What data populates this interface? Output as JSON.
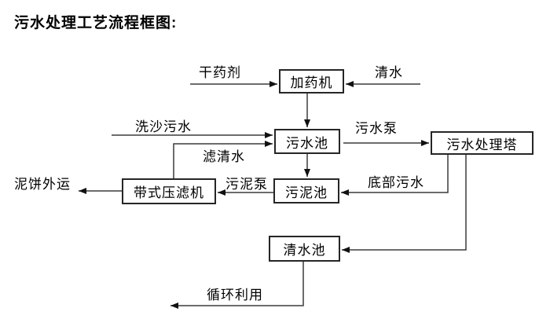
{
  "title": "污水处理工艺流程框图:",
  "diagram": {
    "type": "flowchart",
    "nodes": {
      "dosing_machine": "加药机",
      "sewage_pool": "污水池",
      "treatment_tower": "污水处理塔",
      "sludge_pool": "污泥池",
      "belt_filter_press": "带式压滤机",
      "clean_water_pool": "清水池"
    },
    "edge_labels": {
      "dry_agent": "干药剂",
      "clean_water": "清水",
      "sand_washing_sewage": "洗沙污水",
      "sewage_pump": "污水泵",
      "filtered_water": "滤清水",
      "sludge_pump": "污泥泵",
      "bottom_sewage": "底部污水",
      "mud_cake_out": "泥饼外运",
      "recycle_use": "循环利用"
    },
    "edges": [
      {
        "from": "外部",
        "to": "加药机",
        "label": "干药剂"
      },
      {
        "from": "外部",
        "to": "加药机",
        "label": "清水"
      },
      {
        "from": "加药机",
        "to": "污水池",
        "label": ""
      },
      {
        "from": "外部",
        "to": "污水池",
        "label": "洗沙污水"
      },
      {
        "from": "带式压滤机",
        "to": "污水池",
        "label": "滤清水"
      },
      {
        "from": "污水池",
        "to": "污水处理塔",
        "label": "污水泵"
      },
      {
        "from": "污水池",
        "to": "污泥池",
        "label": ""
      },
      {
        "from": "污水处理塔",
        "to": "污泥池",
        "label": "底部污水"
      },
      {
        "from": "污泥池",
        "to": "带式压滤机",
        "label": "污泥泵"
      },
      {
        "from": "带式压滤机",
        "to": "外部",
        "label": "泥饼外运"
      },
      {
        "from": "污水处理塔",
        "to": "清水池",
        "label": ""
      },
      {
        "from": "清水池",
        "to": "外部",
        "label": "循环利用"
      }
    ],
    "colors": {
      "background": "#ffffff",
      "line": "#3c3c3c",
      "box_border": "#262626",
      "text": "#000000"
    }
  }
}
